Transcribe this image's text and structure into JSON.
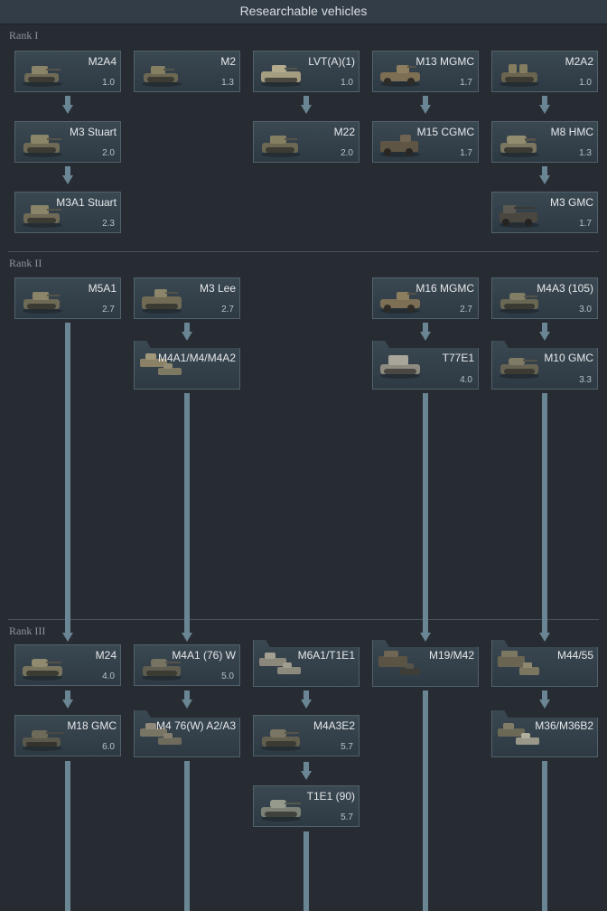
{
  "header": {
    "title": "Researchable vehicles"
  },
  "ranks": [
    {
      "label": "Rank I"
    },
    {
      "label": "Rank II"
    },
    {
      "label": "Rank III"
    }
  ],
  "colors": {
    "background": "#262c31",
    "header": "#333d48",
    "card": "#34424c",
    "connector": "#6a8594"
  },
  "vehicles": {
    "m2a4": {
      "name": "M2A4",
      "br": "1.0"
    },
    "m2": {
      "name": "M2",
      "br": "1.3"
    },
    "lvt": {
      "name": "LVT(A)(1)",
      "br": "1.0"
    },
    "m13": {
      "name": "M13 MGMC",
      "br": "1.7"
    },
    "m2a2": {
      "name": "M2A2",
      "br": "1.0"
    },
    "m3stuart": {
      "name": "M3 Stuart",
      "br": "2.0"
    },
    "m22": {
      "name": "M22",
      "br": "2.0"
    },
    "m15": {
      "name": "M15 CGMC",
      "br": "1.7"
    },
    "m8": {
      "name": "M8 HMC",
      "br": "1.3"
    },
    "m3a1": {
      "name": "M3A1 Stuart",
      "br": "2.3"
    },
    "m3gmc": {
      "name": "M3 GMC",
      "br": "1.7"
    },
    "m5a1": {
      "name": "M5A1",
      "br": "2.7"
    },
    "m3lee": {
      "name": "M3 Lee",
      "br": "2.7"
    },
    "m16": {
      "name": "M16 MGMC",
      "br": "2.7"
    },
    "m4a3_105": {
      "name": "M4A3 (105)",
      "br": "3.0"
    },
    "m4a1group": {
      "name": "M4A1/M4/M4A2",
      "br": ""
    },
    "t77e1": {
      "name": "T77E1",
      "br": "4.0"
    },
    "m10": {
      "name": "M10 GMC",
      "br": "3.3"
    },
    "m24": {
      "name": "M24",
      "br": "4.0"
    },
    "m4a1_76": {
      "name": "M4A1 (76) W",
      "br": "5.0"
    },
    "m6a1": {
      "name": "M6A1/T1E1",
      "br": ""
    },
    "m19": {
      "name": "M19/M42",
      "br": ""
    },
    "m44": {
      "name": "M44/55",
      "br": ""
    },
    "m18": {
      "name": "M18 GMC",
      "br": "6.0"
    },
    "m4_76w": {
      "name": "M4 76(W) A2/A3",
      "br": ""
    },
    "m4a3e2": {
      "name": "M4A3E2",
      "br": "5.7"
    },
    "m36": {
      "name": "M36/M36B2",
      "br": ""
    },
    "t1e1": {
      "name": "T1E1 (90)",
      "br": "5.7"
    }
  }
}
